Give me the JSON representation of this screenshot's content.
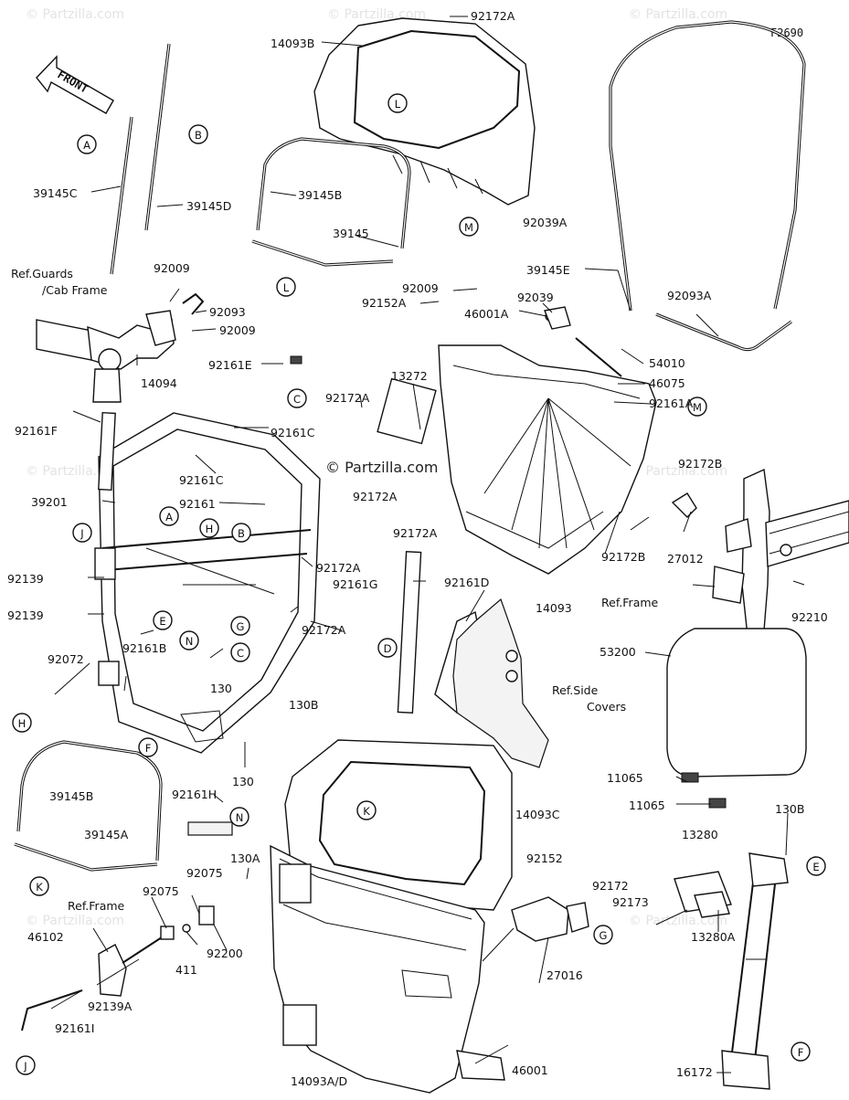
{
  "watermark": "© Partzilla.com",
  "center_watermark": "© Partzilla.com",
  "diagram_code": "F2690",
  "front_label": "FRONT",
  "ref_labels": {
    "guards_line1": "Ref.Guards",
    "guards_line2": "/Cab Frame",
    "frame_right": "Ref.Frame",
    "side_covers_line1": "Ref.Side",
    "side_covers_line2": "Covers",
    "frame_left": "Ref.Frame"
  },
  "part_numbers": [
    "92172A",
    "14093B",
    "39145C",
    "39145D",
    "39145B",
    "39145",
    "92009",
    "92093",
    "92009",
    "14094",
    "92161E",
    "39145E",
    "92093A",
    "92009",
    "92152A",
    "92039",
    "46001A",
    "54010",
    "46075",
    "92161A",
    "13272",
    "92172A",
    "92161F",
    "92161C",
    "92161C",
    "92161",
    "39201",
    "92172A",
    "92172A",
    "92172B",
    "92139",
    "92139",
    "92172A",
    "92161G",
    "92161D",
    "27012",
    "92172B",
    "14093",
    "92161B",
    "92172A",
    "92210",
    "130",
    "130B",
    "53200",
    "92072",
    "130",
    "92161H",
    "39145B",
    "39145A",
    "11065",
    "11065",
    "130B",
    "14093C",
    "13280",
    "92152",
    "92172",
    "92173",
    "13280A",
    "92075",
    "92075",
    "130A",
    "411",
    "92200",
    "27016",
    "46102",
    "92139A",
    "92161I",
    "14093A/D",
    "46001",
    "16172",
    "92039A"
  ],
  "callouts": [
    "A",
    "B",
    "L",
    "M",
    "L",
    "C",
    "M",
    "J",
    "H",
    "B",
    "A",
    "E",
    "N",
    "G",
    "C",
    "D",
    "H",
    "F",
    "K",
    "N",
    "E",
    "G",
    "K",
    "J",
    "F"
  ]
}
